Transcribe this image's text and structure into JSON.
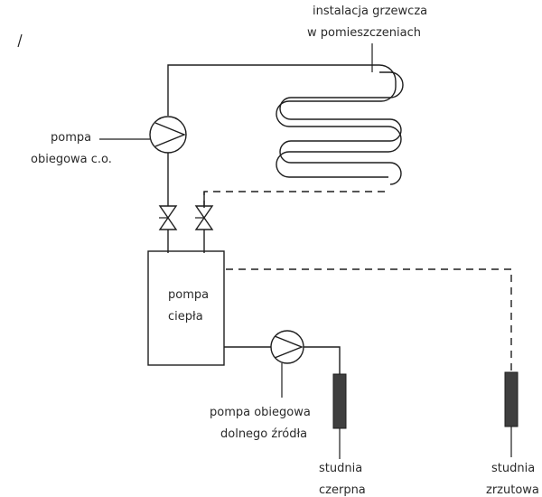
{
  "labels": {
    "heating_installation": [
      "instalacja grzewcza",
      "w pomieszczeniach"
    ],
    "circulation_pump_co": [
      "pompa",
      "obiegowa c.o."
    ],
    "heat_pump": [
      "pompa",
      "ciepła"
    ],
    "source_pump": [
      "pompa obiegowa",
      "dolnego źródła"
    ],
    "supply_well": [
      "studnia",
      "czerpna"
    ],
    "return_well": [
      "studnia",
      "zrzutowa"
    ]
  }
}
